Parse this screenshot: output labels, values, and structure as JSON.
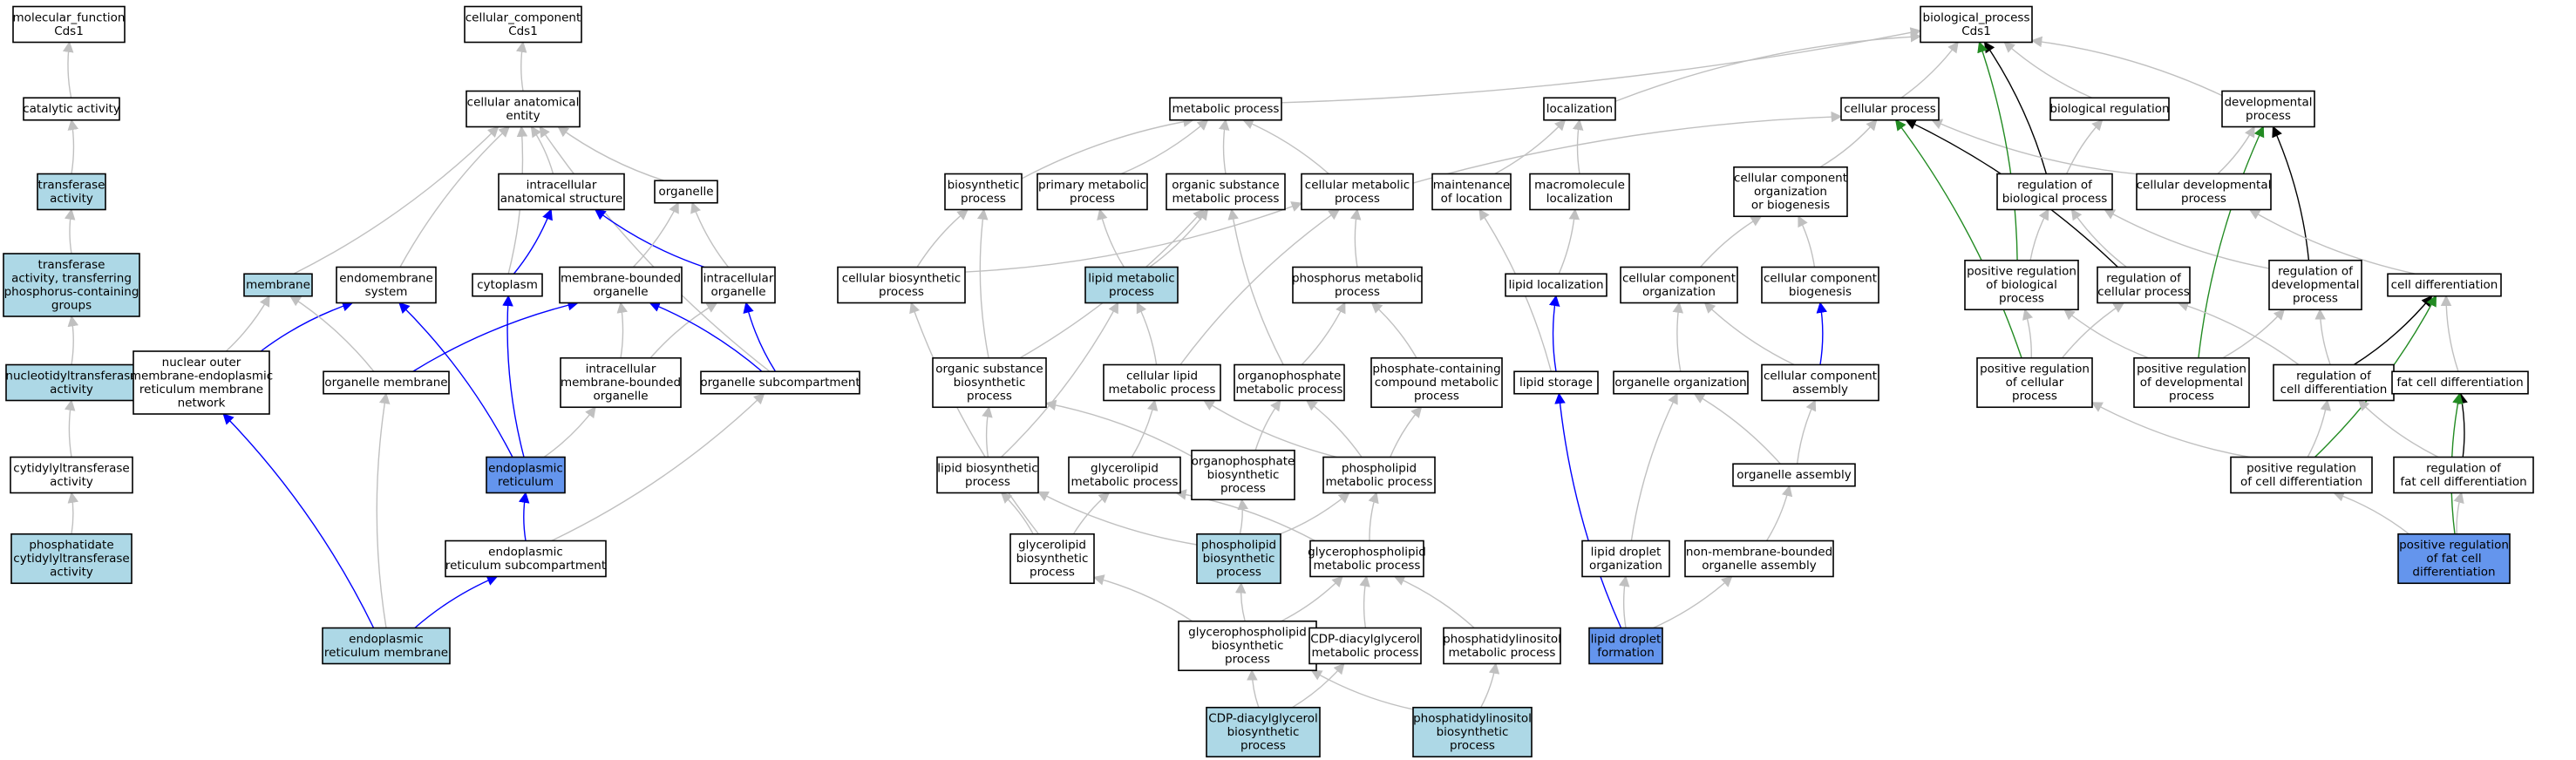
{
  "colors": {
    "node_plain": "#ffffff",
    "node_light": "#add8e6",
    "node_dark": "#6495ed",
    "edge_is_a": "#c0c0c0",
    "edge_part_of": "#0000ff",
    "edge_regulates": "#000000",
    "edge_positively_regulates": "#228b22"
  },
  "nodes": [
    {
      "id": "mf",
      "lines": [
        "molecular_function",
        "Cds1"
      ],
      "fill": "white"
    },
    {
      "id": "catalytic",
      "lines": [
        "catalytic activity"
      ],
      "fill": "white"
    },
    {
      "id": "transferase",
      "lines": [
        "transferase",
        "activity"
      ],
      "fill": "light"
    },
    {
      "id": "transf_phos",
      "lines": [
        "transferase",
        "activity, transferring",
        "phosphorus-containing",
        "groups"
      ],
      "fill": "light"
    },
    {
      "id": "nucleotidyl",
      "lines": [
        "nucleotidyltransferase",
        "activity"
      ],
      "fill": "light"
    },
    {
      "id": "cytidylyl",
      "lines": [
        "cytidylyltransferase",
        "activity"
      ],
      "fill": "white"
    },
    {
      "id": "phosphatidate",
      "lines": [
        "phosphatidate",
        "cytidylyltransferase",
        "activity"
      ],
      "fill": "light"
    },
    {
      "id": "cc",
      "lines": [
        "cellular_component",
        "Cds1"
      ],
      "fill": "white"
    },
    {
      "id": "cae",
      "lines": [
        "cellular anatomical",
        "entity"
      ],
      "fill": "white"
    },
    {
      "id": "membrane",
      "lines": [
        "membrane"
      ],
      "fill": "light"
    },
    {
      "id": "endomem",
      "lines": [
        "endomembrane",
        "system"
      ],
      "fill": "white"
    },
    {
      "id": "ias",
      "lines": [
        "intracellular",
        "anatomical structure"
      ],
      "fill": "white"
    },
    {
      "id": "organelle",
      "lines": [
        "organelle"
      ],
      "fill": "white"
    },
    {
      "id": "cytoplasm",
      "lines": [
        "cytoplasm"
      ],
      "fill": "white"
    },
    {
      "id": "mbo",
      "lines": [
        "membrane-bounded",
        "organelle"
      ],
      "fill": "white"
    },
    {
      "id": "intracell_org",
      "lines": [
        "intracellular",
        "organelle"
      ],
      "fill": "white"
    },
    {
      "id": "nuclear_outer",
      "lines": [
        "nuclear outer",
        "membrane-endoplasmic",
        "reticulum membrane",
        "network"
      ],
      "fill": "white"
    },
    {
      "id": "org_membrane",
      "lines": [
        "organelle membrane"
      ],
      "fill": "white"
    },
    {
      "id": "imbo",
      "lines": [
        "intracellular",
        "membrane-bounded",
        "organelle"
      ],
      "fill": "white"
    },
    {
      "id": "org_subcomp",
      "lines": [
        "organelle subcompartment"
      ],
      "fill": "white"
    },
    {
      "id": "er",
      "lines": [
        "endoplasmic",
        "reticulum"
      ],
      "fill": "dark"
    },
    {
      "id": "er_subcomp",
      "lines": [
        "endoplasmic",
        "reticulum subcompartment"
      ],
      "fill": "white"
    },
    {
      "id": "er_membrane",
      "lines": [
        "endoplasmic",
        "reticulum membrane"
      ],
      "fill": "light"
    },
    {
      "id": "bp",
      "lines": [
        "biological_process",
        "Cds1"
      ],
      "fill": "white"
    },
    {
      "id": "metabolic",
      "lines": [
        "metabolic process"
      ],
      "fill": "white"
    },
    {
      "id": "localization",
      "lines": [
        "localization"
      ],
      "fill": "white"
    },
    {
      "id": "cellular_process",
      "lines": [
        "cellular process"
      ],
      "fill": "white"
    },
    {
      "id": "bio_reg",
      "lines": [
        "biological regulation"
      ],
      "fill": "white"
    },
    {
      "id": "developmental",
      "lines": [
        "developmental",
        "process"
      ],
      "fill": "white"
    },
    {
      "id": "biosynthetic",
      "lines": [
        "biosynthetic",
        "process"
      ],
      "fill": "white"
    },
    {
      "id": "primary_met",
      "lines": [
        "primary metabolic",
        "process"
      ],
      "fill": "white"
    },
    {
      "id": "org_sub_met",
      "lines": [
        "organic substance",
        "metabolic process"
      ],
      "fill": "white"
    },
    {
      "id": "cell_met",
      "lines": [
        "cellular metabolic",
        "process"
      ],
      "fill": "white"
    },
    {
      "id": "maint_loc",
      "lines": [
        "maintenance",
        "of location"
      ],
      "fill": "white"
    },
    {
      "id": "macro_loc",
      "lines": [
        "macromolecule",
        "localization"
      ],
      "fill": "white"
    },
    {
      "id": "ccob",
      "lines": [
        "cellular component",
        "organization",
        "or biogenesis"
      ],
      "fill": "white"
    },
    {
      "id": "reg_bio",
      "lines": [
        "regulation of",
        "biological process"
      ],
      "fill": "white"
    },
    {
      "id": "cell_dev",
      "lines": [
        "cellular developmental",
        "process"
      ],
      "fill": "white"
    },
    {
      "id": "cell_bio",
      "lines": [
        "cellular biosynthetic",
        "process"
      ],
      "fill": "white"
    },
    {
      "id": "lipid_met",
      "lines": [
        "lipid metabolic",
        "process"
      ],
      "fill": "light"
    },
    {
      "id": "phosphorus_met",
      "lines": [
        "phosphorus metabolic",
        "process"
      ],
      "fill": "white"
    },
    {
      "id": "lipid_loc",
      "lines": [
        "lipid localization"
      ],
      "fill": "white"
    },
    {
      "id": "cco",
      "lines": [
        "cellular component",
        "organization"
      ],
      "fill": "white"
    },
    {
      "id": "ccb",
      "lines": [
        "cellular component",
        "biogenesis"
      ],
      "fill": "white"
    },
    {
      "id": "pos_reg_bio",
      "lines": [
        "positive regulation",
        "of biological",
        "process"
      ],
      "fill": "white"
    },
    {
      "id": "reg_cell",
      "lines": [
        "regulation of",
        "cellular process"
      ],
      "fill": "white"
    },
    {
      "id": "reg_dev",
      "lines": [
        "regulation of",
        "developmental",
        "process"
      ],
      "fill": "white"
    },
    {
      "id": "cell_diff",
      "lines": [
        "cell differentiation"
      ],
      "fill": "white"
    },
    {
      "id": "org_sub_bio",
      "lines": [
        "organic substance",
        "biosynthetic",
        "process"
      ],
      "fill": "white"
    },
    {
      "id": "cell_lipid_met",
      "lines": [
        "cellular lipid",
        "metabolic process"
      ],
      "fill": "white"
    },
    {
      "id": "organophos_met",
      "lines": [
        "organophosphate",
        "metabolic process"
      ],
      "fill": "white"
    },
    {
      "id": "phos_comp_met",
      "lines": [
        "phosphate-containing",
        "compound metabolic",
        "process"
      ],
      "fill": "white"
    },
    {
      "id": "lipid_storage",
      "lines": [
        "lipid storage"
      ],
      "fill": "white"
    },
    {
      "id": "org_org",
      "lines": [
        "organelle organization"
      ],
      "fill": "white"
    },
    {
      "id": "cca",
      "lines": [
        "cellular component",
        "assembly"
      ],
      "fill": "white"
    },
    {
      "id": "pos_reg_cell",
      "lines": [
        "positive regulation",
        "of cellular",
        "process"
      ],
      "fill": "white"
    },
    {
      "id": "pos_reg_dev",
      "lines": [
        "positive regulation",
        "of developmental",
        "process"
      ],
      "fill": "white"
    },
    {
      "id": "reg_cell_diff",
      "lines": [
        "regulation of",
        "cell differentiation"
      ],
      "fill": "white"
    },
    {
      "id": "fat_diff",
      "lines": [
        "fat cell differentiation"
      ],
      "fill": "white"
    },
    {
      "id": "lipid_bio",
      "lines": [
        "lipid biosynthetic",
        "process"
      ],
      "fill": "white"
    },
    {
      "id": "glycerolipid_met",
      "lines": [
        "glycerolipid",
        "metabolic process"
      ],
      "fill": "white"
    },
    {
      "id": "organophos_bio",
      "lines": [
        "organophosphate",
        "biosynthetic",
        "process"
      ],
      "fill": "white"
    },
    {
      "id": "phospholipid_met",
      "lines": [
        "phospholipid",
        "metabolic process"
      ],
      "fill": "white"
    },
    {
      "id": "org_assembly",
      "lines": [
        "organelle assembly"
      ],
      "fill": "white"
    },
    {
      "id": "pos_reg_cell_diff",
      "lines": [
        "positive regulation",
        "of cell differentiation"
      ],
      "fill": "white"
    },
    {
      "id": "reg_fat_diff",
      "lines": [
        "regulation of",
        "fat cell differentiation"
      ],
      "fill": "white"
    },
    {
      "id": "glycerolipid_bio",
      "lines": [
        "glycerolipid",
        "biosynthetic",
        "process"
      ],
      "fill": "white"
    },
    {
      "id": "phospholipid_bio",
      "lines": [
        "phospholipid",
        "biosynthetic",
        "process"
      ],
      "fill": "light"
    },
    {
      "id": "gpl_met",
      "lines": [
        "glycerophospholipid",
        "metabolic process"
      ],
      "fill": "white"
    },
    {
      "id": "ld_org",
      "lines": [
        "lipid droplet",
        "organization"
      ],
      "fill": "white"
    },
    {
      "id": "nmbo_assembly",
      "lines": [
        "non-membrane-bounded",
        "organelle assembly"
      ],
      "fill": "white"
    },
    {
      "id": "pos_reg_fat",
      "lines": [
        "positive regulation",
        "of fat cell",
        "differentiation"
      ],
      "fill": "dark"
    },
    {
      "id": "gpl_bio",
      "lines": [
        "glycerophospholipid",
        "biosynthetic",
        "process"
      ],
      "fill": "white"
    },
    {
      "id": "cdp_dag_met",
      "lines": [
        "CDP-diacylglycerol",
        "metabolic process"
      ],
      "fill": "white"
    },
    {
      "id": "pi_met",
      "lines": [
        "phosphatidylinositol",
        "metabolic process"
      ],
      "fill": "white"
    },
    {
      "id": "ld_formation",
      "lines": [
        "lipid droplet",
        "formation"
      ],
      "fill": "dark"
    },
    {
      "id": "cdp_dag_bio",
      "lines": [
        "CDP-diacylglycerol",
        "biosynthetic",
        "process"
      ],
      "fill": "light"
    },
    {
      "id": "pi_bio",
      "lines": [
        "phosphatidylinositol",
        "biosynthetic",
        "process"
      ],
      "fill": "light"
    }
  ],
  "edges": [
    [
      "catalytic",
      "mf",
      "g"
    ],
    [
      "transferase",
      "catalytic",
      "g"
    ],
    [
      "transf_phos",
      "transferase",
      "g"
    ],
    [
      "nucleotidyl",
      "transf_phos",
      "g"
    ],
    [
      "cytidylyl",
      "nucleotidyl",
      "g"
    ],
    [
      "phosphatidate",
      "cytidylyl",
      "g"
    ],
    [
      "cae",
      "cc",
      "g"
    ],
    [
      "membrane",
      "cae",
      "g"
    ],
    [
      "endomem",
      "cae",
      "g"
    ],
    [
      "ias",
      "cae",
      "g"
    ],
    [
      "organelle",
      "cae",
      "g"
    ],
    [
      "cytoplasm",
      "cae",
      "g"
    ],
    [
      "org_subcomp",
      "cae",
      "g"
    ],
    [
      "nuclear_outer",
      "membrane",
      "g"
    ],
    [
      "nuclear_outer",
      "endomem",
      "b"
    ],
    [
      "org_membrane",
      "membrane",
      "g"
    ],
    [
      "org_membrane",
      "mbo",
      "b"
    ],
    [
      "cytoplasm",
      "ias",
      "b"
    ],
    [
      "intracell_org",
      "ias",
      "b"
    ],
    [
      "mbo",
      "organelle",
      "g"
    ],
    [
      "intracell_org",
      "organelle",
      "g"
    ],
    [
      "imbo",
      "mbo",
      "g"
    ],
    [
      "imbo",
      "intracell_org",
      "g"
    ],
    [
      "org_subcomp",
      "mbo",
      "b"
    ],
    [
      "org_subcomp",
      "intracell_org",
      "b"
    ],
    [
      "er",
      "imbo",
      "g"
    ],
    [
      "er",
      "cytoplasm",
      "b"
    ],
    [
      "er",
      "endomem",
      "b"
    ],
    [
      "er_subcomp",
      "er",
      "b"
    ],
    [
      "er_subcomp",
      "org_subcomp",
      "g"
    ],
    [
      "er_membrane",
      "er_subcomp",
      "b"
    ],
    [
      "er_membrane",
      "nuclear_outer",
      "b"
    ],
    [
      "er_membrane",
      "org_membrane",
      "g"
    ],
    [
      "metabolic",
      "bp",
      "g"
    ],
    [
      "localization",
      "bp",
      "g"
    ],
    [
      "cellular_process",
      "bp",
      "g"
    ],
    [
      "bio_reg",
      "bp",
      "g"
    ],
    [
      "developmental",
      "bp",
      "g"
    ],
    [
      "biosynthetic",
      "metabolic",
      "g"
    ],
    [
      "primary_met",
      "metabolic",
      "g"
    ],
    [
      "org_sub_met",
      "metabolic",
      "g"
    ],
    [
      "cell_met",
      "metabolic",
      "g"
    ],
    [
      "cell_met",
      "cellular_process",
      "g"
    ],
    [
      "maint_loc",
      "localization",
      "g"
    ],
    [
      "macro_loc",
      "localization",
      "g"
    ],
    [
      "ccob",
      "cellular_process",
      "g"
    ],
    [
      "reg_bio",
      "bio_reg",
      "g"
    ],
    [
      "reg_bio",
      "bp",
      "k"
    ],
    [
      "cell_dev",
      "cellular_process",
      "g"
    ],
    [
      "cell_dev",
      "developmental",
      "g"
    ],
    [
      "cell_bio",
      "biosynthetic",
      "g"
    ],
    [
      "cell_bio",
      "cell_met",
      "g"
    ],
    [
      "lipid_met",
      "primary_met",
      "g"
    ],
    [
      "lipid_met",
      "org_sub_met",
      "g"
    ],
    [
      "phosphorus_met",
      "cell_met",
      "g"
    ],
    [
      "lipid_loc",
      "macro_loc",
      "g"
    ],
    [
      "cco",
      "ccob",
      "g"
    ],
    [
      "ccb",
      "ccob",
      "g"
    ],
    [
      "pos_reg_bio",
      "reg_bio",
      "g"
    ],
    [
      "pos_reg_bio",
      "bp",
      "gr"
    ],
    [
      "reg_cell",
      "reg_bio",
      "g"
    ],
    [
      "reg_cell",
      "cellular_process",
      "k"
    ],
    [
      "reg_dev",
      "reg_bio",
      "g"
    ],
    [
      "reg_dev",
      "developmental",
      "k"
    ],
    [
      "cell_diff",
      "cell_dev",
      "g"
    ],
    [
      "org_sub_bio",
      "org_sub_met",
      "g"
    ],
    [
      "org_sub_bio",
      "biosynthetic",
      "g"
    ],
    [
      "cell_lipid_met",
      "lipid_met",
      "g"
    ],
    [
      "cell_lipid_met",
      "cell_met",
      "g"
    ],
    [
      "organophos_met",
      "phosphorus_met",
      "g"
    ],
    [
      "organophos_met",
      "org_sub_met",
      "g"
    ],
    [
      "phos_comp_met",
      "phosphorus_met",
      "g"
    ],
    [
      "lipid_storage",
      "lipid_loc",
      "b"
    ],
    [
      "lipid_storage",
      "maint_loc",
      "g"
    ],
    [
      "org_org",
      "cco",
      "g"
    ],
    [
      "cca",
      "ccb",
      "b"
    ],
    [
      "cca",
      "cco",
      "g"
    ],
    [
      "pos_reg_cell",
      "pos_reg_bio",
      "g"
    ],
    [
      "pos_reg_cell",
      "reg_cell",
      "g"
    ],
    [
      "pos_reg_cell",
      "cellular_process",
      "gr"
    ],
    [
      "pos_reg_dev",
      "pos_reg_bio",
      "g"
    ],
    [
      "pos_reg_dev",
      "reg_dev",
      "g"
    ],
    [
      "pos_reg_dev",
      "developmental",
      "gr"
    ],
    [
      "reg_cell_diff",
      "reg_cell",
      "g"
    ],
    [
      "reg_cell_diff",
      "reg_dev",
      "g"
    ],
    [
      "reg_cell_diff",
      "cell_diff",
      "k"
    ],
    [
      "fat_diff",
      "cell_diff",
      "g"
    ],
    [
      "lipid_bio",
      "lipid_met",
      "g"
    ],
    [
      "lipid_bio",
      "org_sub_bio",
      "g"
    ],
    [
      "glycerolipid_met",
      "cell_lipid_met",
      "g"
    ],
    [
      "organophos_bio",
      "organophos_met",
      "g"
    ],
    [
      "organophos_bio",
      "org_sub_bio",
      "g"
    ],
    [
      "phospholipid_met",
      "cell_lipid_met",
      "g"
    ],
    [
      "phospholipid_met",
      "organophos_met",
      "g"
    ],
    [
      "phospholipid_met",
      "phos_comp_met",
      "g"
    ],
    [
      "org_assembly",
      "org_org",
      "g"
    ],
    [
      "org_assembly",
      "cca",
      "g"
    ],
    [
      "pos_reg_cell_diff",
      "reg_cell_diff",
      "g"
    ],
    [
      "pos_reg_cell_diff",
      "pos_reg_cell",
      "g"
    ],
    [
      "pos_reg_cell_diff",
      "cell_diff",
      "gr"
    ],
    [
      "reg_fat_diff",
      "reg_cell_diff",
      "g"
    ],
    [
      "reg_fat_diff",
      "fat_diff",
      "k"
    ],
    [
      "glycerolipid_bio",
      "glycerolipid_met",
      "g"
    ],
    [
      "glycerolipid_bio",
      "lipid_bio",
      "g"
    ],
    [
      "glycerolipid_bio",
      "cell_bio",
      "g"
    ],
    [
      "phospholipid_bio",
      "phospholipid_met",
      "g"
    ],
    [
      "phospholipid_bio",
      "lipid_bio",
      "g"
    ],
    [
      "phospholipid_bio",
      "organophos_bio",
      "g"
    ],
    [
      "gpl_met",
      "phospholipid_met",
      "g"
    ],
    [
      "gpl_met",
      "glycerolipid_met",
      "g"
    ],
    [
      "ld_org",
      "org_org",
      "g"
    ],
    [
      "nmbo_assembly",
      "org_assembly",
      "g"
    ],
    [
      "pos_reg_fat",
      "reg_fat_diff",
      "g"
    ],
    [
      "pos_reg_fat",
      "pos_reg_cell_diff",
      "g"
    ],
    [
      "pos_reg_fat",
      "fat_diff",
      "gr"
    ],
    [
      "gpl_bio",
      "gpl_met",
      "g"
    ],
    [
      "gpl_bio",
      "phospholipid_bio",
      "g"
    ],
    [
      "gpl_bio",
      "glycerolipid_bio",
      "g"
    ],
    [
      "cdp_dag_met",
      "gpl_met",
      "g"
    ],
    [
      "pi_met",
      "gpl_met",
      "g"
    ],
    [
      "ld_formation",
      "ld_org",
      "g"
    ],
    [
      "ld_formation",
      "nmbo_assembly",
      "g"
    ],
    [
      "ld_formation",
      "lipid_storage",
      "b"
    ],
    [
      "cdp_dag_bio",
      "cdp_dag_met",
      "g"
    ],
    [
      "cdp_dag_bio",
      "gpl_bio",
      "g"
    ],
    [
      "pi_bio",
      "pi_met",
      "g"
    ],
    [
      "pi_bio",
      "gpl_bio",
      "g"
    ]
  ]
}
